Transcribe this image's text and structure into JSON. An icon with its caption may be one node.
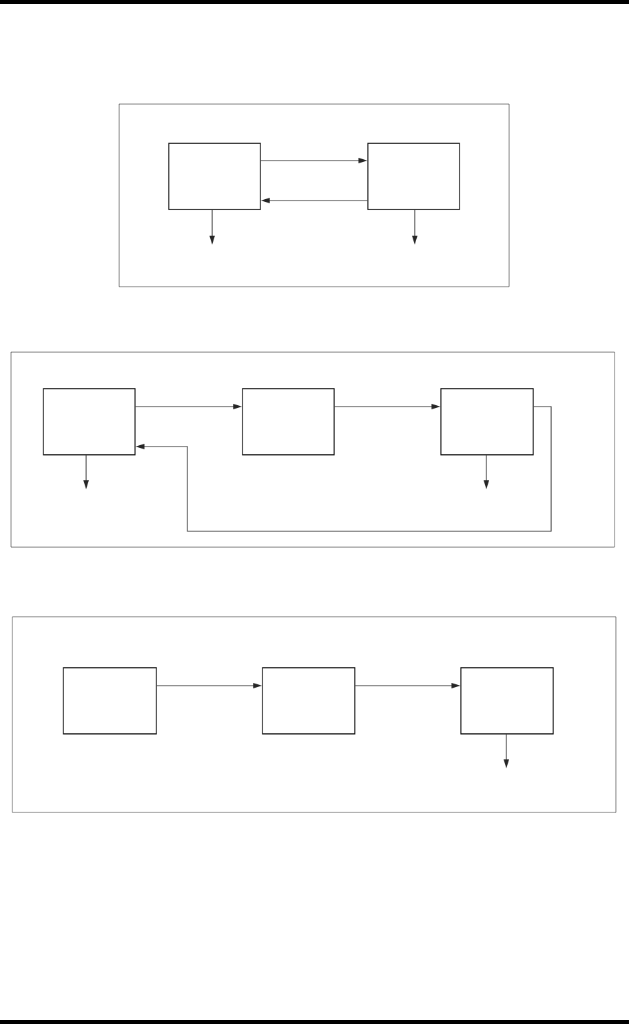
{
  "diagram": {
    "nodes": [
      {
        "text": [],
        "shape": "box"
      },
      {
        "text": [],
        "shape": "box",
        "in": 0
      },
      {
        "text": [],
        "shape": "box",
        "in": 0
      },
      {
        "text": [],
        "shape": "box"
      },
      {
        "text": [],
        "shape": "box",
        "in": 3
      },
      {
        "text": [],
        "shape": "box",
        "in": 3
      },
      {
        "text": [],
        "shape": "box",
        "in": 3
      },
      {
        "text": [],
        "shape": "box"
      },
      {
        "text": [],
        "shape": "box",
        "in": 7
      },
      {
        "text": [],
        "shape": "box",
        "in": 7
      },
      {
        "text": [],
        "shape": "box",
        "in": 7
      }
    ],
    "edges": [
      {
        "from": 1,
        "to": 2,
        "arrow": "to"
      },
      {
        "from": 2,
        "to": 1,
        "arrow": "to"
      },
      {
        "from": 1,
        "to": null,
        "arrow": "to"
      },
      {
        "from": 2,
        "to": null,
        "arrow": "to"
      },
      {
        "from": 4,
        "to": 5,
        "arrow": "to"
      },
      {
        "from": 5,
        "to": 6,
        "arrow": "to"
      },
      {
        "from": 6,
        "to": 4,
        "arrow": "to"
      },
      {
        "from": 4,
        "to": null,
        "arrow": "to"
      },
      {
        "from": 6,
        "to": null,
        "arrow": "to"
      },
      {
        "from": 8,
        "to": 9,
        "arrow": "to"
      },
      {
        "from": 9,
        "to": 10,
        "arrow": "to"
      },
      {
        "from": 10,
        "to": null,
        "arrow": "to"
      }
    ]
  }
}
